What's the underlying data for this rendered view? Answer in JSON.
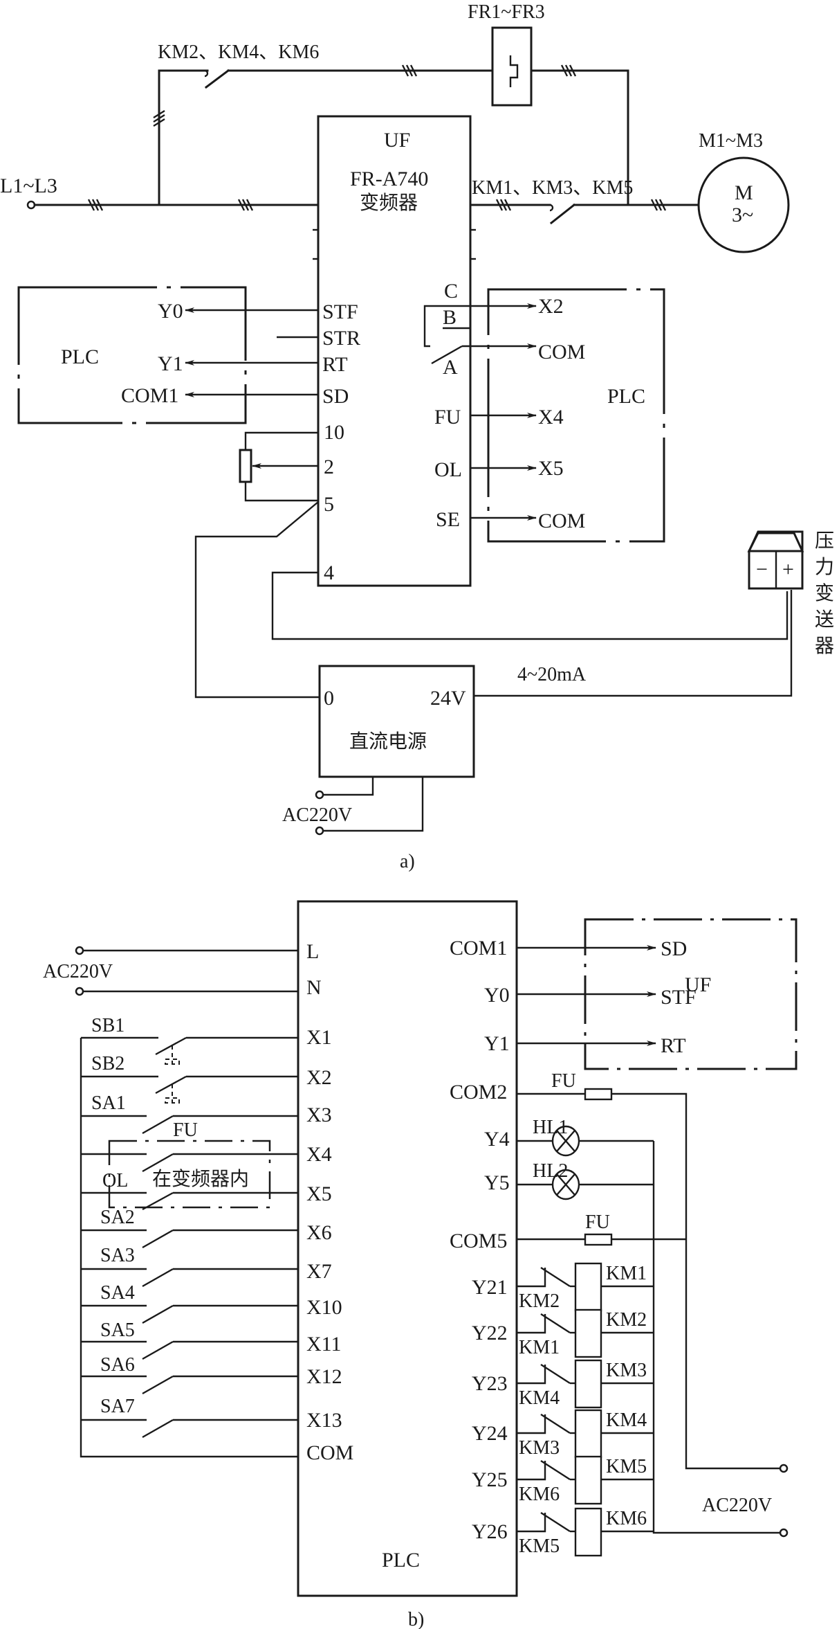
{
  "diagram_a": {
    "caption": "a)",
    "line_input": "L1~L3",
    "bypass_contactor": "KM2、KM4、KM6",
    "thermal_relay": "FR1~FR3",
    "motor_label": "M1~M3",
    "motor_symbol": "M",
    "motor_phase": "3~",
    "output_contactor": "KM1、KM3、KM5",
    "inverter": {
      "tag": "UF",
      "model": "FR-A740",
      "name": "变频器",
      "left_terminals": [
        "STF",
        "STR",
        "RT",
        "SD",
        "10",
        "2",
        "5",
        "4"
      ],
      "right_terminals": [
        "C",
        "B",
        "A",
        "FU",
        "OL",
        "SE"
      ]
    },
    "plc_left": {
      "name": "PLC",
      "terminals": [
        "Y0",
        "Y1",
        "COM1"
      ]
    },
    "plc_right": {
      "name": "PLC",
      "terminals": [
        "X2",
        "COM",
        "X4",
        "X5",
        "COM"
      ]
    },
    "transmitter": {
      "name": "压力变送器",
      "minus": "−",
      "plus": "+"
    },
    "dc_supply": {
      "name": "直流电源",
      "terminal_0": "0",
      "terminal_24v": "24V",
      "signal": "4~20mA",
      "ac_input": "AC220V"
    }
  },
  "diagram_b": {
    "caption": "b)",
    "plc_name": "PLC",
    "ac_input": "AC220V",
    "ac_output": "AC220V",
    "left_terminals": [
      "L",
      "N",
      "X1",
      "X2",
      "X3",
      "X4",
      "X5",
      "X6",
      "X7",
      "X10",
      "X11",
      "X12",
      "X13",
      "COM"
    ],
    "switches": [
      "SB1",
      "SB2",
      "SA1",
      "SA2",
      "SA3",
      "SA4",
      "SA5",
      "SA6",
      "SA7"
    ],
    "inverter_contacts": {
      "fu": "FU",
      "ol": "OL",
      "note": "在变频器内"
    },
    "right_terminals": [
      "COM1",
      "Y0",
      "Y1",
      "COM2",
      "Y4",
      "Y5",
      "COM5",
      "Y21",
      "Y22",
      "Y23",
      "Y24",
      "Y25",
      "Y26"
    ],
    "uf_box": {
      "name": "UF",
      "terminals": [
        "SD",
        "STF",
        "RT"
      ]
    },
    "fuse_labels": [
      "FU",
      "FU"
    ],
    "lamps": [
      "HL1",
      "HL2"
    ],
    "coils": [
      "KM1",
      "KM2",
      "KM3",
      "KM4",
      "KM5",
      "KM6"
    ],
    "interlocks": [
      "KM2",
      "KM1",
      "KM4",
      "KM3",
      "KM6",
      "KM5"
    ]
  }
}
